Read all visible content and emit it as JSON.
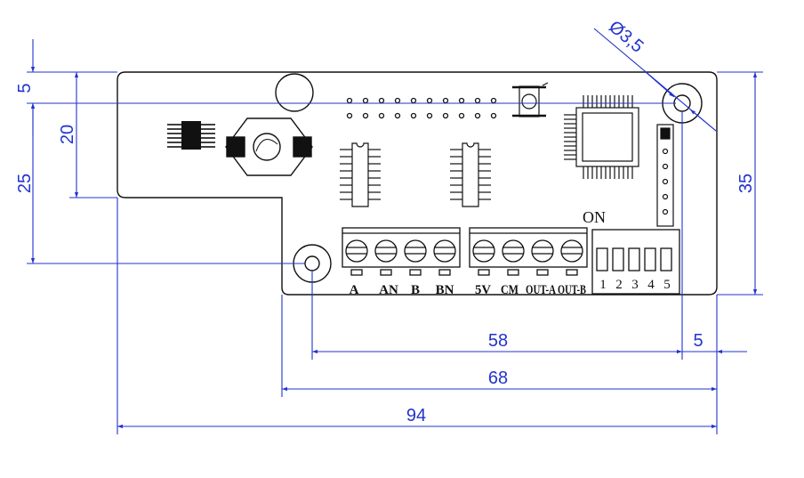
{
  "dimensions": {
    "hole_diameter": "Ø3,5",
    "top_margin": "5",
    "upper_height": "20",
    "lower_height": "25",
    "total_height": "35",
    "hole_spacing": "58",
    "right_offset": "5",
    "lower_width": "68",
    "total_width": "94"
  },
  "terminals_left": [
    "A",
    "AN",
    "B",
    "BN"
  ],
  "terminals_right": [
    "5V",
    "CM",
    "OUT-A",
    "OUT-B"
  ],
  "dip_switch": {
    "on_label": "ON",
    "numbers": [
      "1",
      "2",
      "3",
      "4",
      "5"
    ]
  },
  "colors": {
    "dimension": "#2233cc",
    "outline": "#111111"
  }
}
